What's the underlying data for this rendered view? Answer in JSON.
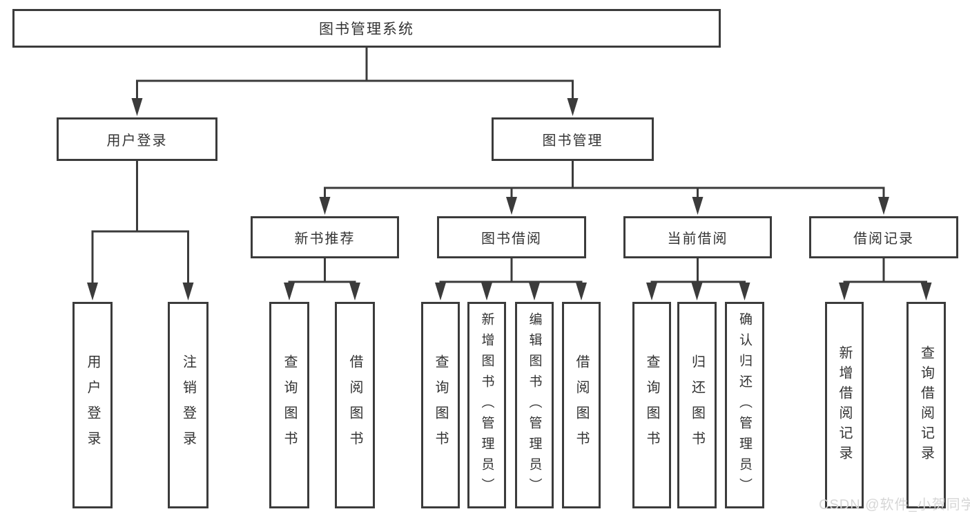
{
  "tree": {
    "root": "图书管理系统",
    "branches": [
      {
        "label": "用户登录",
        "children": [
          "用户登录",
          "注销登录"
        ]
      },
      {
        "label": "图书管理",
        "sections": [
          {
            "label": "新书推荐",
            "children": [
              "查询图书",
              "借阅图书"
            ]
          },
          {
            "label": "图书借阅",
            "children": [
              "查询图书",
              "新增图书（管理员）",
              "编辑图书（管理员）",
              "借阅图书"
            ]
          },
          {
            "label": "当前借阅",
            "children": [
              "查询图书",
              "归还图书",
              "确认归还（管理员）"
            ]
          },
          {
            "label": "借阅记录",
            "children": [
              "新增借阅记录",
              "查询借阅记录"
            ]
          }
        ]
      }
    ]
  },
  "watermark": "CSDN @软件_小贺同学",
  "colors": {
    "line": "#3b3b3b",
    "text": "#333333",
    "watermark": "#d6d6d6",
    "background": "#ffffff"
  }
}
